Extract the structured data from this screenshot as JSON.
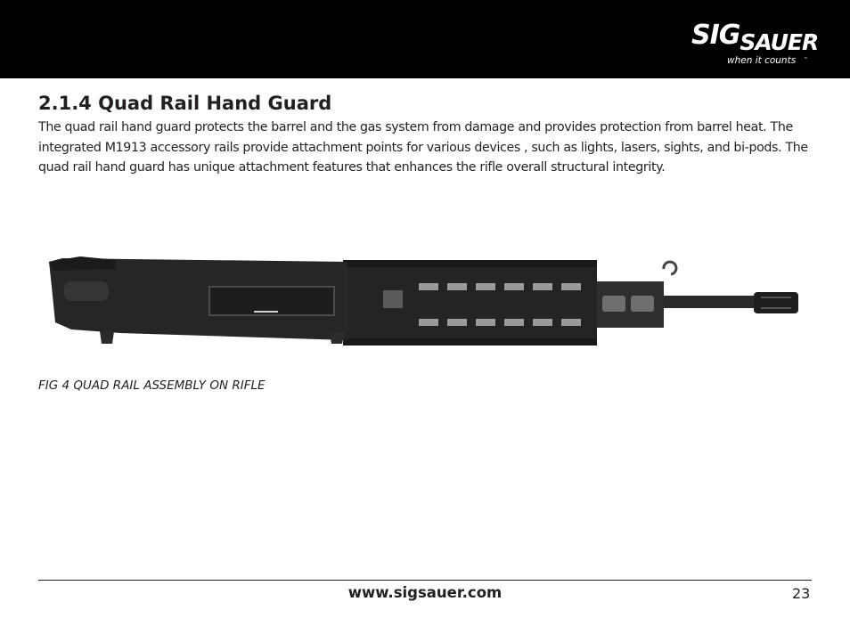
{
  "header": {
    "logo": {
      "primary_sig": "SIG",
      "primary_sauer": "SAUER",
      "registered_mark": "®",
      "tagline": "when it counts",
      "trademark": "™"
    }
  },
  "section": {
    "title": "2.1.4 Quad Rail Hand Guard",
    "paragraph": "The quad rail hand guard protects the barrel and the gas system from damage and provides protection from barrel heat. The integrated M1913 accessory rails provide attachment points for various devices , such as lights, lasers, sights, and bi-pods.  The quad rail hand guard has unique attachment features that enhances the rifle overall structural integrity."
  },
  "figure": {
    "caption": "FIG 4 QUAD RAIL ASSEMBLY ON RIFLE",
    "colors": {
      "metal_dark": "#1c1c1c",
      "metal_mid": "#2e2e2e",
      "metal_light": "#8a8a8a"
    }
  },
  "footer": {
    "url": "www.sigsauer.com",
    "page_number": "23"
  }
}
